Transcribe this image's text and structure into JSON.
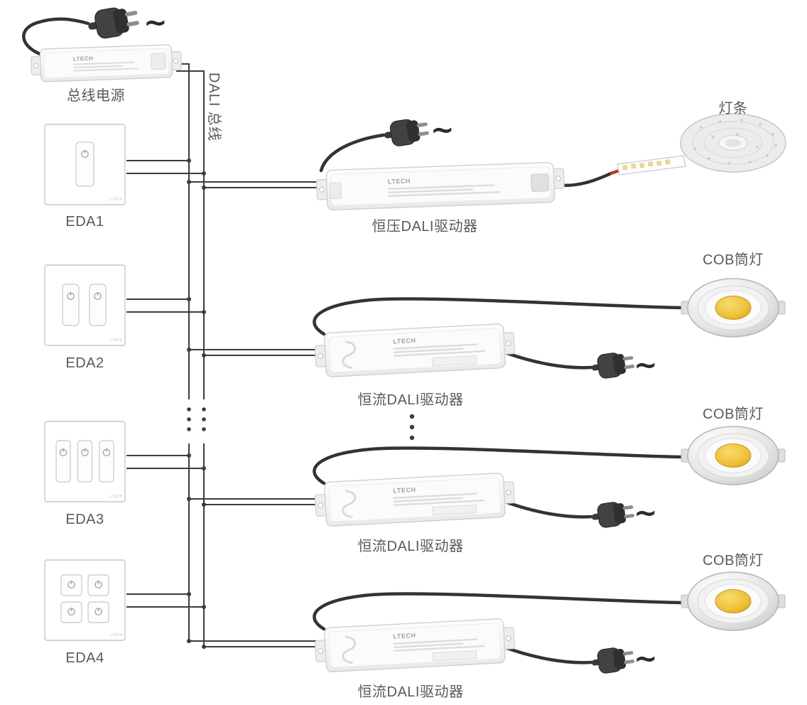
{
  "brand": "LTECH",
  "power": {
    "label": "总线电源",
    "ac_symbol": "~"
  },
  "bus": {
    "label": "DALI 总线"
  },
  "panels": [
    {
      "label": "EDA1",
      "buttons": 1
    },
    {
      "label": "EDA2",
      "buttons": 2
    },
    {
      "label": "EDA3",
      "buttons": 3
    },
    {
      "label": "EDA4",
      "buttons": 4
    }
  ],
  "drivers": [
    {
      "label": "恒压DALI驱动器",
      "type": "constant-voltage",
      "ac_symbol": "~",
      "load": {
        "label": "灯条",
        "type": "led-strip"
      }
    },
    {
      "label": "恒流DALI驱动器",
      "type": "constant-current",
      "ac_symbol": "~",
      "load": {
        "label": "COB筒灯",
        "type": "cob-downlight"
      }
    },
    {
      "label": "恒流DALI驱动器",
      "type": "constant-current",
      "ac_symbol": "~",
      "load": {
        "label": "COB筒灯",
        "type": "cob-downlight"
      }
    },
    {
      "label": "恒流DALI驱动器",
      "type": "constant-current",
      "ac_symbol": "~",
      "load": {
        "label": "COB筒灯",
        "type": "cob-downlight"
      }
    }
  ],
  "colors": {
    "wire": "#3c3c3c",
    "label_text": "#58595b",
    "cob_yellow": "#eebf35",
    "device_fill": "#f4f4f4"
  }
}
